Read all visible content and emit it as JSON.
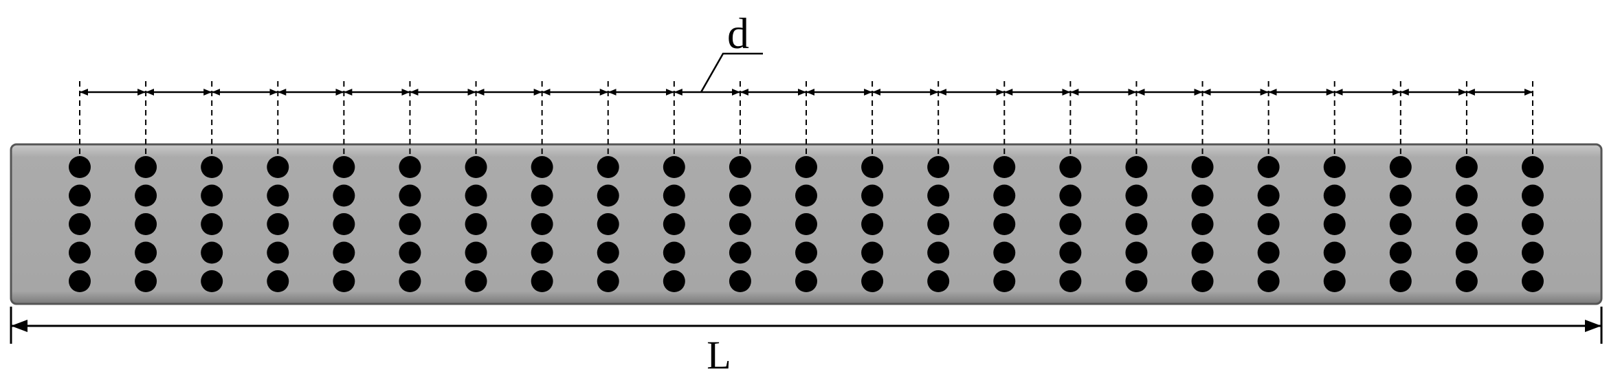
{
  "labels": {
    "spacing": "d",
    "length": "L"
  },
  "grid": {
    "columns": 23,
    "rows": 5
  },
  "colors": {
    "plate_fill": "#a9a9a9",
    "plate_border": "#555555",
    "dot": "#000000",
    "line": "#000000"
  }
}
